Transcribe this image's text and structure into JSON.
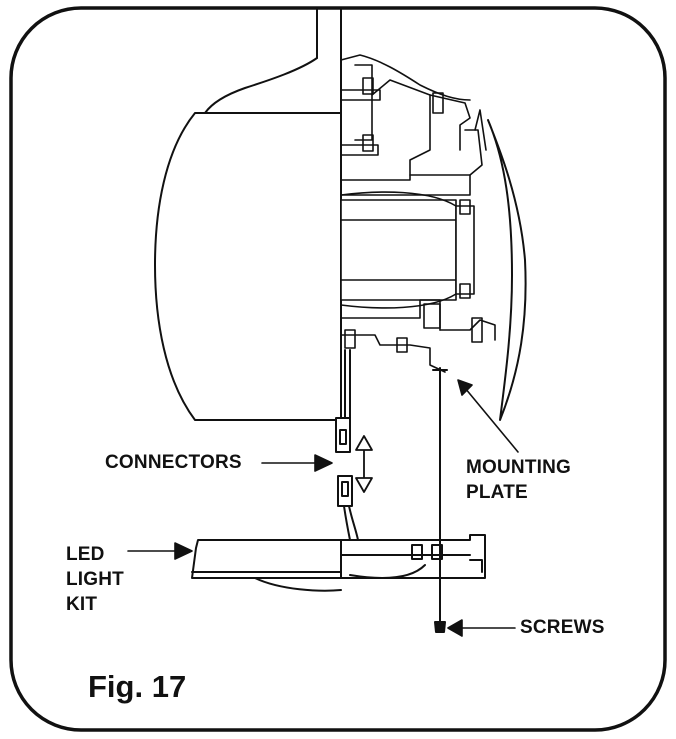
{
  "figure": {
    "caption": "Fig. 17",
    "labels": {
      "connectors": "CONNECTORS",
      "mounting_plate_line1": "MOUNTING",
      "mounting_plate_line2": "PLATE",
      "led_line1": "LED",
      "led_line2": "LIGHT",
      "led_line3": "KIT",
      "screws": "SCREWS"
    }
  }
}
